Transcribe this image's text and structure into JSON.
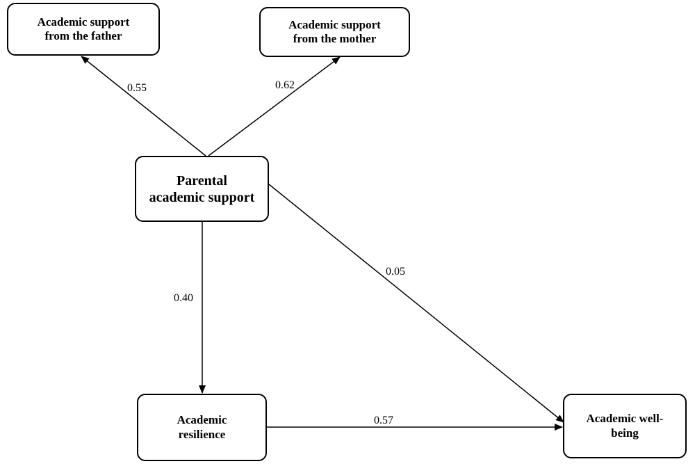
{
  "nodes": {
    "father": "Academic support\nfrom the father",
    "mother": "Academic support\nfrom the mother",
    "parental": "Parental\nacademic support",
    "resilience": "Academic\nresilience",
    "wellbeing": "Academic well-\nbeing"
  },
  "paths": {
    "parental_to_father": "0.55",
    "parental_to_mother": "0.62",
    "parental_to_resilience": "0.40",
    "parental_to_wellbeing": "0.05",
    "resilience_to_wellbeing": "0.57"
  }
}
